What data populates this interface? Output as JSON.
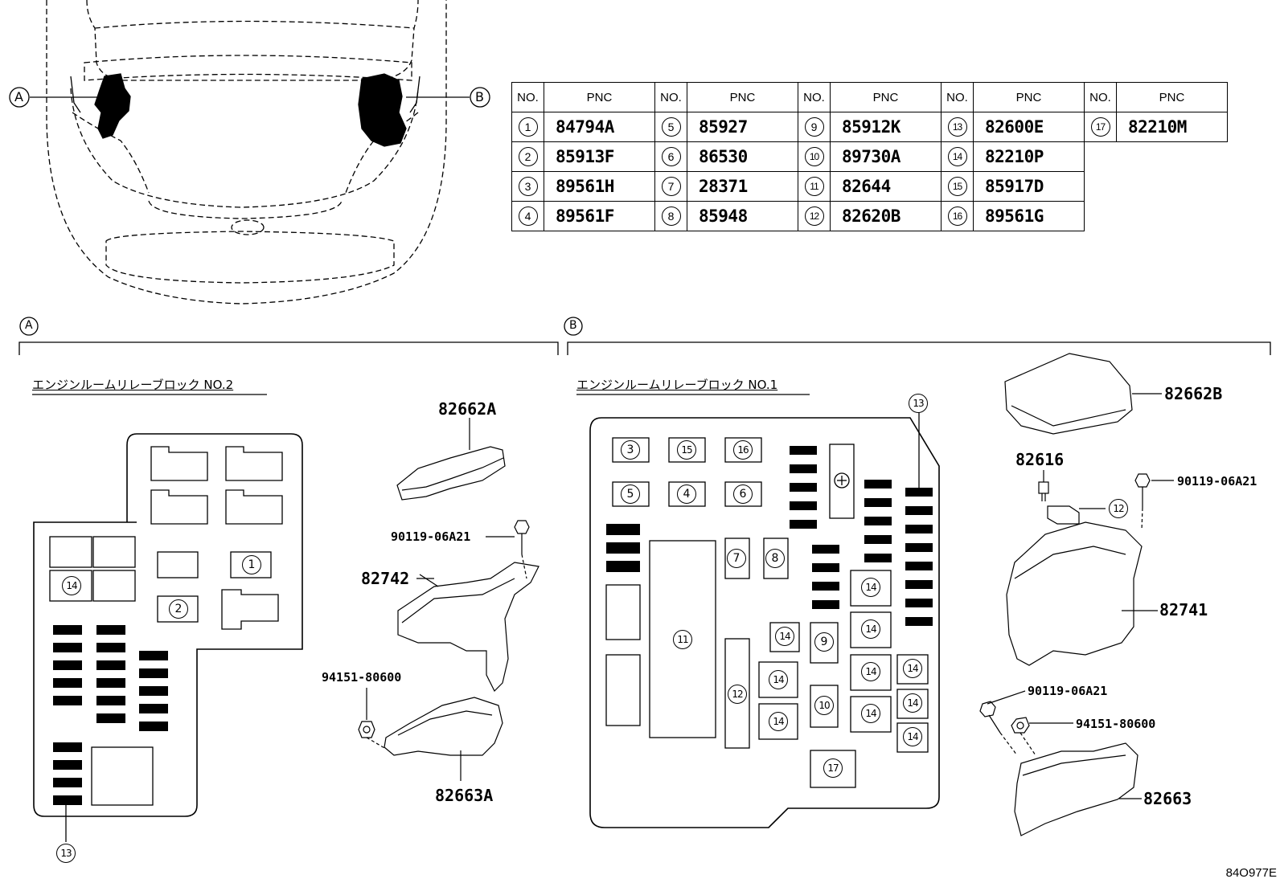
{
  "callouts": {
    "A": "A",
    "B": "B"
  },
  "pnc_table": {
    "header_no": "NO.",
    "header_pnc": "PNC",
    "columns": [
      [
        {
          "no": "1",
          "pnc": "84794A"
        },
        {
          "no": "2",
          "pnc": "85913F"
        },
        {
          "no": "3",
          "pnc": "89561H"
        },
        {
          "no": "4",
          "pnc": "89561F"
        }
      ],
      [
        {
          "no": "5",
          "pnc": "85927"
        },
        {
          "no": "6",
          "pnc": "86530"
        },
        {
          "no": "7",
          "pnc": "28371"
        },
        {
          "no": "8",
          "pnc": "85948"
        }
      ],
      [
        {
          "no": "9",
          "pnc": "85912K"
        },
        {
          "no": "10",
          "pnc": "89730A"
        },
        {
          "no": "11",
          "pnc": "82644"
        },
        {
          "no": "12",
          "pnc": "82620B"
        }
      ],
      [
        {
          "no": "13",
          "pnc": "82600E"
        },
        {
          "no": "14",
          "pnc": "82210P"
        },
        {
          "no": "15",
          "pnc": "85917D"
        },
        {
          "no": "16",
          "pnc": "89561G"
        }
      ],
      [
        {
          "no": "17",
          "pnc": "82210M"
        }
      ]
    ]
  },
  "section_a": {
    "title": "エンジンルームリレーブロック NO.2",
    "parts": {
      "cover": "82662A",
      "bolt": "90119-06A21",
      "bracket": "82742",
      "nut": "94151-80600",
      "lower_cover": "82663A"
    }
  },
  "section_b": {
    "title": "エンジンルームリレーブロック NO.1",
    "parts": {
      "cover": "82662B",
      "relay": "82616",
      "bolt_top": "90119-06A21",
      "block": "82741",
      "bolt_bottom": "90119-06A21",
      "nut": "94151-80600",
      "lower_cover": "82663"
    }
  },
  "diagram_code": "84O977E"
}
